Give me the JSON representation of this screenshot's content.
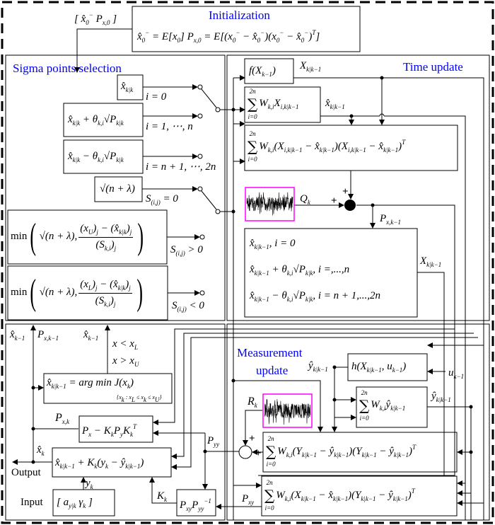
{
  "initialization": {
    "title": "Initialization",
    "bracket_input": "[ x̂_0^−   P_{x,0} ]",
    "equation": "x̂_0^− = E[x_0]  P_{x,0} = E[(x_0^− − x̂_0^−)(x_0^− − x̂_0^−)^T]"
  },
  "sigma_points": {
    "title": "Sigma points selection",
    "box_center": "x̂_{k|k}",
    "box_plus": "x̂_{k|k} + θ_{k,i}√P_{k|k}",
    "box_minus": "x̂_{k|k} − θ_{k,i}√P_{k|k}",
    "box_scale": "√(n + λ)",
    "label_center": "i = 0",
    "label_plus": "i = 1, ⋯, n",
    "label_minus": "i = n + 1, ⋯, 2n",
    "label_s_zero": "S_{(i,j)} = 0",
    "label_s_pos": "S_{(i,j)} > 0",
    "label_s_neg": "S_{(i,j)} < 0",
    "min_upper": {
      "prefix": "min",
      "first": "√(n + λ),",
      "numerator": "(x_U)_j − (x̂_{k|k})_j",
      "denominator": "(S_{k,i})_j"
    },
    "min_lower": {
      "prefix": "min",
      "first": "√(n + λ),",
      "numerator": "(x_L)_j − (x̂_{k|k})_j",
      "denominator": "(S_{k,i})_j"
    }
  },
  "time_update": {
    "title": "Time update",
    "f_box": "f(X_{k−1})",
    "label_X_pred": "X_{k|k−1}",
    "mean_sum": {
      "symbol": "∑",
      "upper": "2n",
      "lower": "i=0",
      "body": "W_{k,i}X_{i,k|k−1}"
    },
    "label_x_pred": "x̂_{k|k−1}",
    "cov_sum": {
      "symbol": "∑",
      "upper": "2n",
      "lower": "i=0",
      "body": "W_{k,i}(X_{i,k|k−1} − x̂_{k|k−1})(X_{i,k|k−1} − x̂_{k|k−1})^T"
    },
    "label_Q": "Q_k",
    "plus_top": "+",
    "plus_left": "+",
    "label_P_prev": "P_{x,k−1}",
    "resample_lines": [
      "x̂_{k|k−1}, i = 0",
      "x̂_{k|k−1} + θ_{k,i}√P_{k|k}, i =,...,n",
      "x̂_{k|k−1} − θ_{k,i}√P_{k|k}, i = n + 1,...,2n"
    ],
    "label_X_out": "X_{k|k−1}"
  },
  "constraint": {
    "label_x_prev": "x̂_{k−1}",
    "label_P_prev": "P_{x,k−1}",
    "label_x_prev2": "x̂_{k−1}",
    "cond_lower": "x < x_L",
    "cond_upper": "x > x_U",
    "argmin_main": "x̂_{k|k−1} = arg   min J(x_k)",
    "argmin_sub": "{x_k : x_L ≤ x_k ≤ x_U}",
    "label_P_post": "P_{x,k}",
    "cov_update": "P_x − K_kP_yK_k^T",
    "label_x_post": "x̂_k",
    "state_update": "x̂_{k|k−1} + K_k(y_k − ŷ_{k|k−1})",
    "output_label": "Output",
    "label_y": "y_k",
    "input_label": "Input",
    "input_vector": "[ a_{y|k}    γ_k ]",
    "label_K": "K_k",
    "gain_box": "P_{xy}P_{yy}^{−1}",
    "label_Pyy": "P_{yy}"
  },
  "measurement_update": {
    "title_line1": "Measurement",
    "title_line2": "update",
    "h_box": "h(X_{k|k−1}, u_{k−1})",
    "label_u": "u_{k−1}",
    "label_y_pred": "ŷ_{k|k−1}",
    "y_sum": {
      "symbol": "∑",
      "upper": "2n",
      "lower": "i=0",
      "body": "W_{k,i}ŷ_{k|k−1}"
    },
    "label_y_pred2": "ŷ_{k|k−1}",
    "label_R": "R_k",
    "plus_top": "+",
    "plus_right": "+",
    "pyy_sum": {
      "symbol": "∑",
      "upper": "2n",
      "lower": "i=0",
      "body": "W_{k,i}(Y_{k|k−1} − ŷ_{k|k−1})(Y_{k|k−1} − ŷ_{k|k−1})^T"
    },
    "pxy_sum": {
      "symbol": "∑",
      "upper": "2n",
      "lower": "i=0",
      "body": "W_{k,i}(X_{k|k−1} − x̂_{k|k−1})(Y_{k|k−1} − ŷ_{k|k−1})^T"
    },
    "label_Pxy": "P_{xy}"
  },
  "colors": {
    "title": "#0000ff",
    "noise_frame": "#ff00ff",
    "line": "#000000"
  }
}
